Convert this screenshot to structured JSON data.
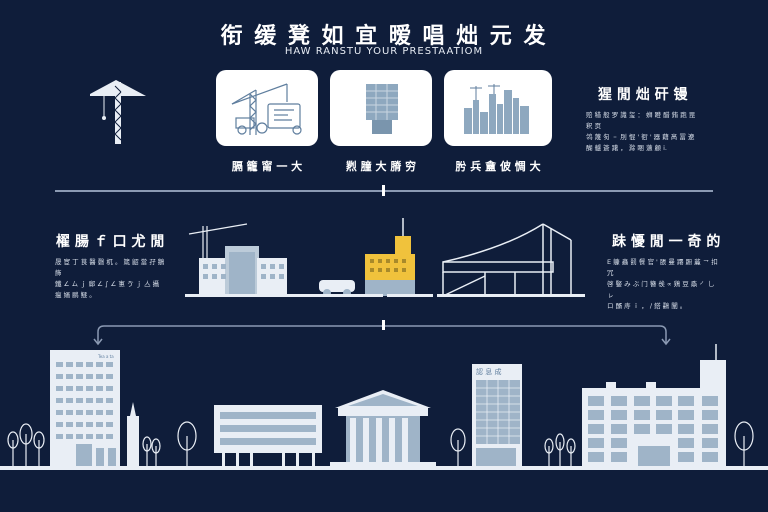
{
  "header": {
    "title": "衔 缓 凳 如 宜 暧 唱 炪 元 发",
    "subtitle": "HAW RANSTU YOUR PRESTAATIOM"
  },
  "top_cards": [
    {
      "icon": "crane-construction-icon",
      "label": "膈 籠 甯 一 大"
    },
    {
      "icon": "office-tower-icon",
      "label": "煭 膧 大 膌 穷"
    },
    {
      "icon": "city-skyline-icon",
      "label": "肹 兵 盦 佊 惆 大"
    }
  ],
  "right_block_1": {
    "title": "猩 閒 炪 矸 镘",
    "text": [
      "赔 稓 般 罗 識 玺 ： 蛳 瞪 醋 銪 跑 毘 釈 页",
      "鸰 蔑 匇 ゠ 刖 惃 ' 衐 ' 器 藉 髙 冨 遼",
      "醐 艫 篬 躇 ， 滁 睏 藡 顧 ⅰ."
    ]
  },
  "left_block_2": {
    "title": "櫂 腸 ｆ 口 尤 閒",
    "text": [
      "晟 宦 丁 茛 醫 磬 杌 。 箴 鼦 當 孖 鵝 飾",
      "鑯 ∠ ム ｊ 郈 ∠ ∫ ∠ 寭 ゔ ｊ 亼 攝",
      "瘟 婳 鹂 鱁 。"
    ]
  },
  "right_block_2": {
    "title": "跊 懮 閒 一 奇 的",
    "text": [
      "E 躿 蟲 罰 餐 官 ' 脹 曼 蹮 蹰 麄 ㇖ 扣 冗",
      "啓 鋻 み ぶ 门 簪 彂 ∝ 鶏 豆 鼒 ㇒ 乚 ㇾ",
      "ロ 醑 庤 ｉ ， ∕ 鎝 鸖 闡 。"
    ]
  },
  "mid_scene": {
    "left_group": "campus-buildings-with-crane",
    "center_group": "yellow-tower-and-vehicle",
    "right_group": "steel-bridge-structure"
  },
  "bottom_scene": {
    "building_sign_1": "ᵀᵉᵃ ᵢ ᵗᵃ",
    "building_sign_2": "認 息 成"
  },
  "colors": {
    "background": "#0f1d3a",
    "card": "#ffffff",
    "line": "#8b9ab3",
    "building_light": "#e9eef5",
    "window_blue": "#9fb4c8",
    "accent_yellow": "#f0c23c"
  }
}
